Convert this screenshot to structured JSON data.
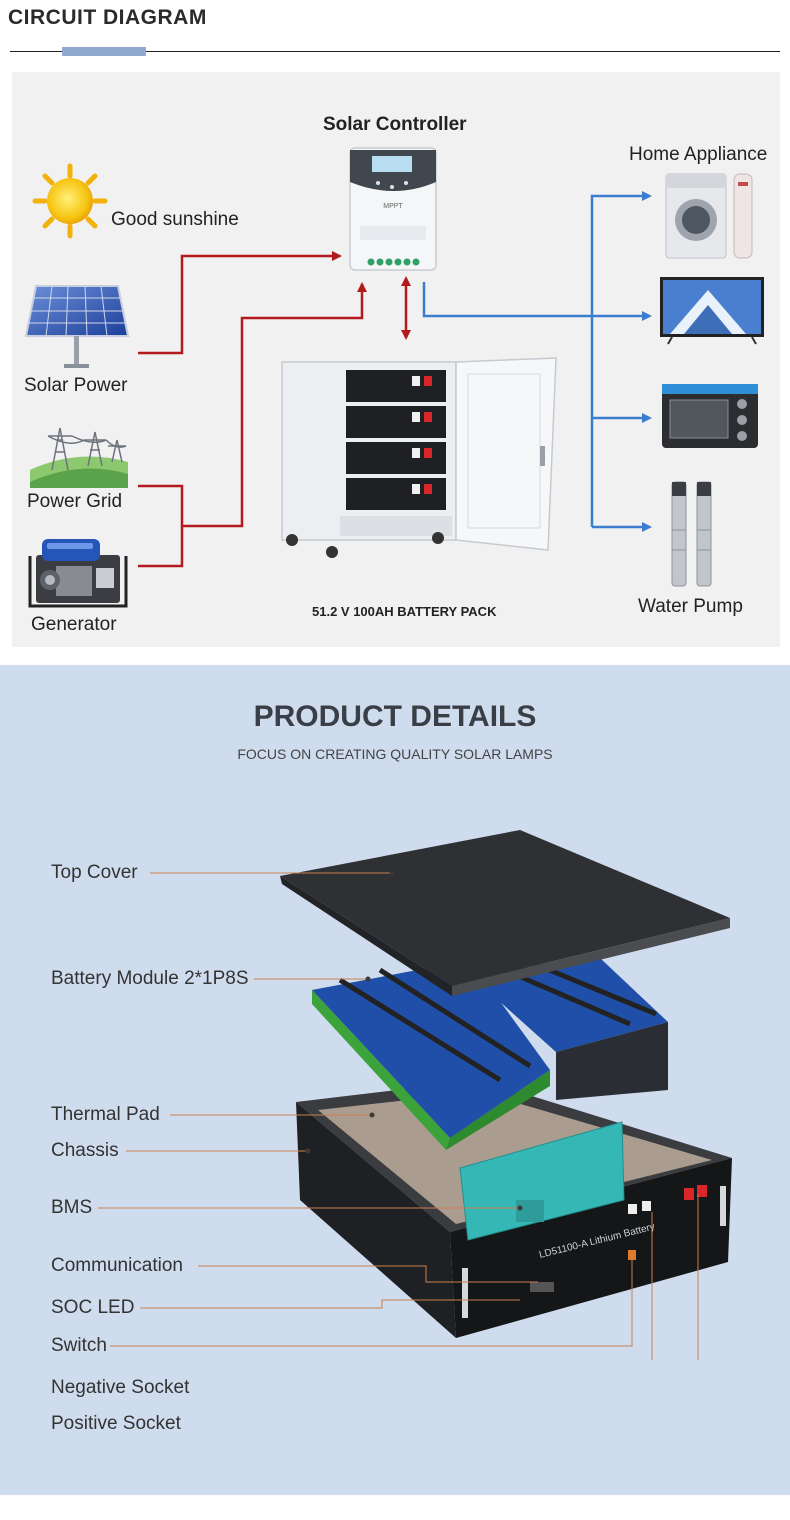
{
  "header": {
    "title": "CIRCUIT DIAGRAM"
  },
  "circuit": {
    "controller_label": "Solar Controller",
    "controller_brand": "MPPT",
    "sunshine_label": "Good sunshine",
    "solar_power_label": "Solar Power",
    "power_grid_label": "Power Grid",
    "generator_label": "Generator",
    "home_appliance_label": "Home Appliance",
    "water_pump_label": "Water Pump",
    "battery_label": "51.2 V 100AH BATTERY PACK",
    "colors": {
      "input_arrow": "#b3191d",
      "output_arrow": "#3b7ed0"
    }
  },
  "details": {
    "title": "PRODUCT DETAILS",
    "subtitle": "FOCUS ON CREATING QUALITY SOLAR LAMPS",
    "front_panel_text": "LD51100-A Lithium Battery",
    "parts": {
      "top_cover": "Top Cover",
      "battery_module": "Battery Module 2*1P8S",
      "thermal_pad": "Thermal Pad",
      "chassis": "Chassis",
      "bms": "BMS",
      "communication": "Communication",
      "soc_led": "SOC LED",
      "switch": "Switch",
      "negative_socket": "Negative Socket",
      "positive_socket": "Positive Socket"
    },
    "colors": {
      "background": "#cfdcee",
      "leader": "#c9804f"
    }
  }
}
